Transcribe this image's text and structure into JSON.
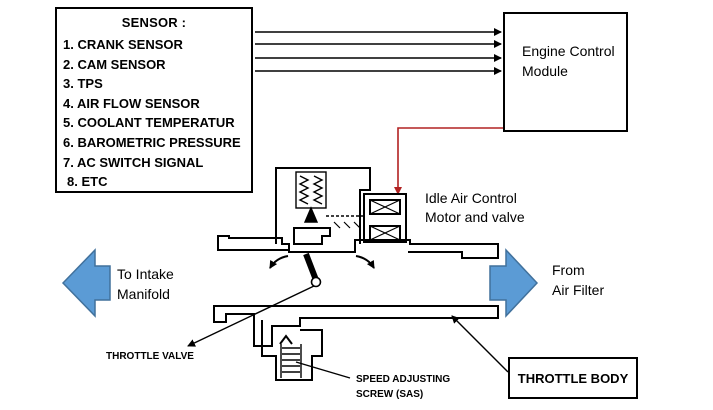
{
  "sensor_panel": {
    "title": "SENSOR :",
    "items": [
      "1. CRANK SENSOR",
      "2. CAM SENSOR",
      "3. TPS",
      "4. AIR FLOW SENSOR",
      "5. COOLANT TEMPERATUR",
      "6. BAROMETRIC PRESSURE",
      "7. AC SWITCH SIGNAL",
      "8. ETC"
    ]
  },
  "ecm": {
    "label": "Engine Control Module"
  },
  "iac": {
    "label_line1": "Idle Air Control",
    "label_line2": "Motor and valve"
  },
  "intake": {
    "line1": "To Intake",
    "line2": "Manifold"
  },
  "air_filter": {
    "line1": "From",
    "line2": "Air Filter"
  },
  "throttle_valve": {
    "label": "THROTTLE VALVE"
  },
  "sas": {
    "line1": "SPEED ADJUSTING",
    "line2": "SCREW (SAS)"
  },
  "throttle_body": {
    "label": "THROTTLE BODY"
  },
  "colors": {
    "line": "#000000",
    "signal_wire": "#b22222",
    "flow_arrow_fill": "#5b9bd5",
    "flow_arrow_stroke": "#41719c"
  }
}
